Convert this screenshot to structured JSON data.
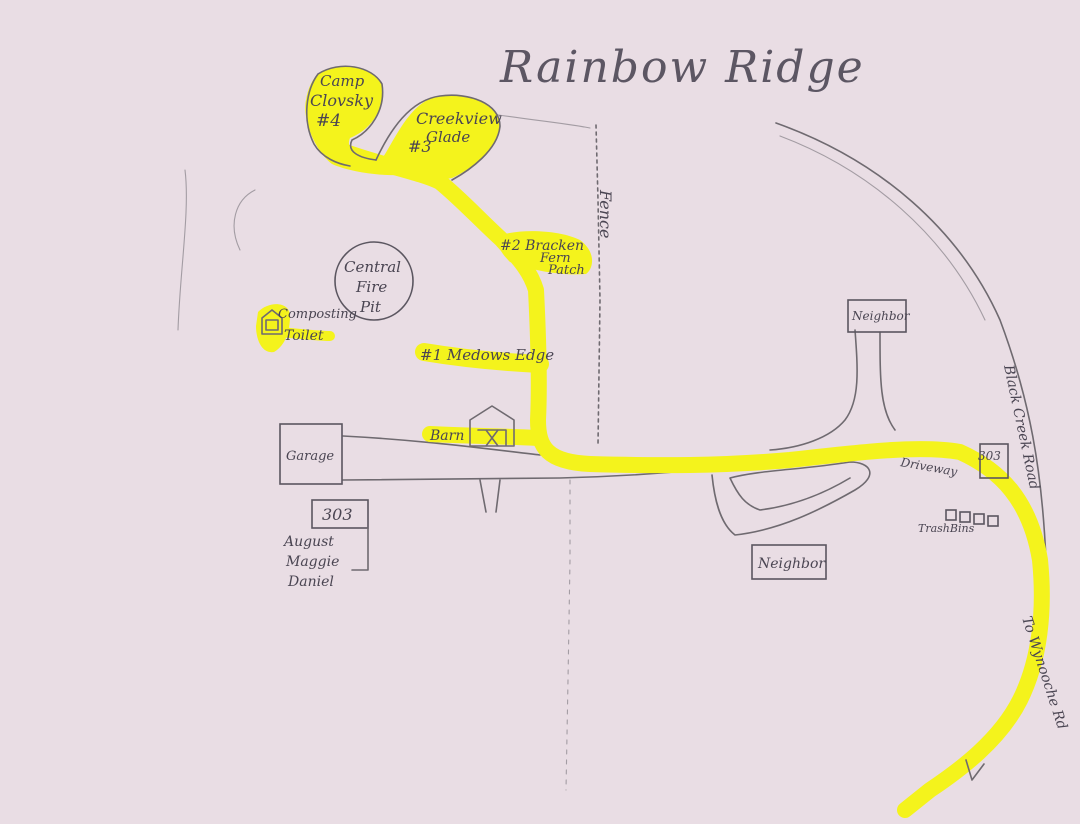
{
  "map": {
    "title": "Rainbow Ridge",
    "highlight_color": "#f4f31c",
    "paper_color": "#e9dde4",
    "pencil_color": "#6f6a70"
  },
  "sites": {
    "camp4": {
      "line1": "Camp",
      "line2": "Clovsky",
      "line3": "#4"
    },
    "camp3": {
      "line1": "Creekview",
      "line2": "Glade",
      "line3": "#3"
    },
    "camp2": {
      "line1": "#2 Bracken",
      "line2": "Fern",
      "line3": "Patch"
    },
    "camp1": {
      "line1": "#1 Medows Edge"
    }
  },
  "features": {
    "fire_pit": {
      "line1": "Central",
      "line2": "Fire",
      "line3": "Pit"
    },
    "toilet": {
      "line1": "Composting",
      "line2": "Toilet"
    },
    "barn": "Barn",
    "garage": "Garage",
    "fence": "Fence",
    "mailbox_left": "303",
    "mailbox_right": "303",
    "residents": [
      "August",
      "Maggie",
      "Daniel"
    ],
    "neighbor_top": "Neighbor",
    "neighbor_bottom": "Neighbor",
    "trash_bins": "TrashBins",
    "driveway": "Driveway"
  },
  "roads": {
    "black_creek": "Black Creek Road",
    "to_wynooche": "To Wynooche Rd"
  }
}
